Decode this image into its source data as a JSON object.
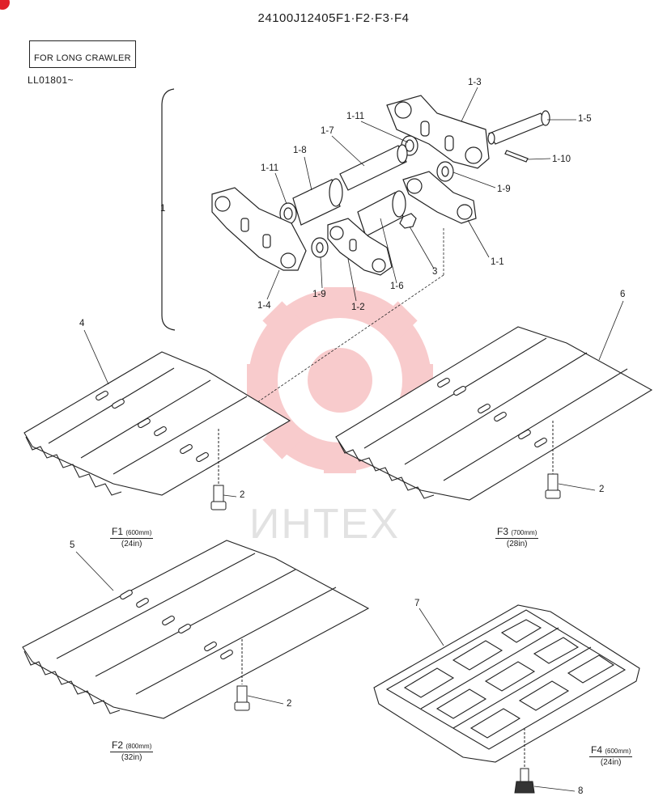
{
  "header": {
    "title": "24100J12405F1·F2·F3·F4",
    "note_box": "FOR LONG CRAWLER",
    "serial_range": "LL01801~"
  },
  "callouts": {
    "c1": "1",
    "c1_1": "1-1",
    "c1_2": "1-2",
    "c1_3": "1-3",
    "c1_4": "1-4",
    "c1_5": "1-5",
    "c1_6": "1-6",
    "c1_7": "1-7",
    "c1_8": "1-8",
    "c1_9a": "1-9",
    "c1_9b": "1-9",
    "c1_10": "1-10",
    "c1_11a": "1-11",
    "c1_11b": "1-11",
    "c2a": "2",
    "c2b": "2",
    "c2c": "2",
    "c3": "3",
    "c4": "4",
    "c5": "5",
    "c6": "6",
    "c7": "7",
    "c8": "8"
  },
  "variants": {
    "f1": {
      "code": "F1",
      "mm": "(600mm)",
      "inch": "(24in)"
    },
    "f2": {
      "code": "F2",
      "mm": "(800mm)",
      "inch": "(32in)"
    },
    "f3": {
      "code": "F3",
      "mm": "(700mm)",
      "inch": "(28in)"
    },
    "f4": {
      "code": "F4",
      "mm": "(600mm)",
      "inch": "(24in)"
    }
  },
  "watermark": {
    "text": "ИНТЕХ",
    "color": "#e8474d"
  },
  "colors": {
    "ink": "#1a1a1a",
    "watermark": "#f0a0a4",
    "badge": "#e0202a"
  }
}
